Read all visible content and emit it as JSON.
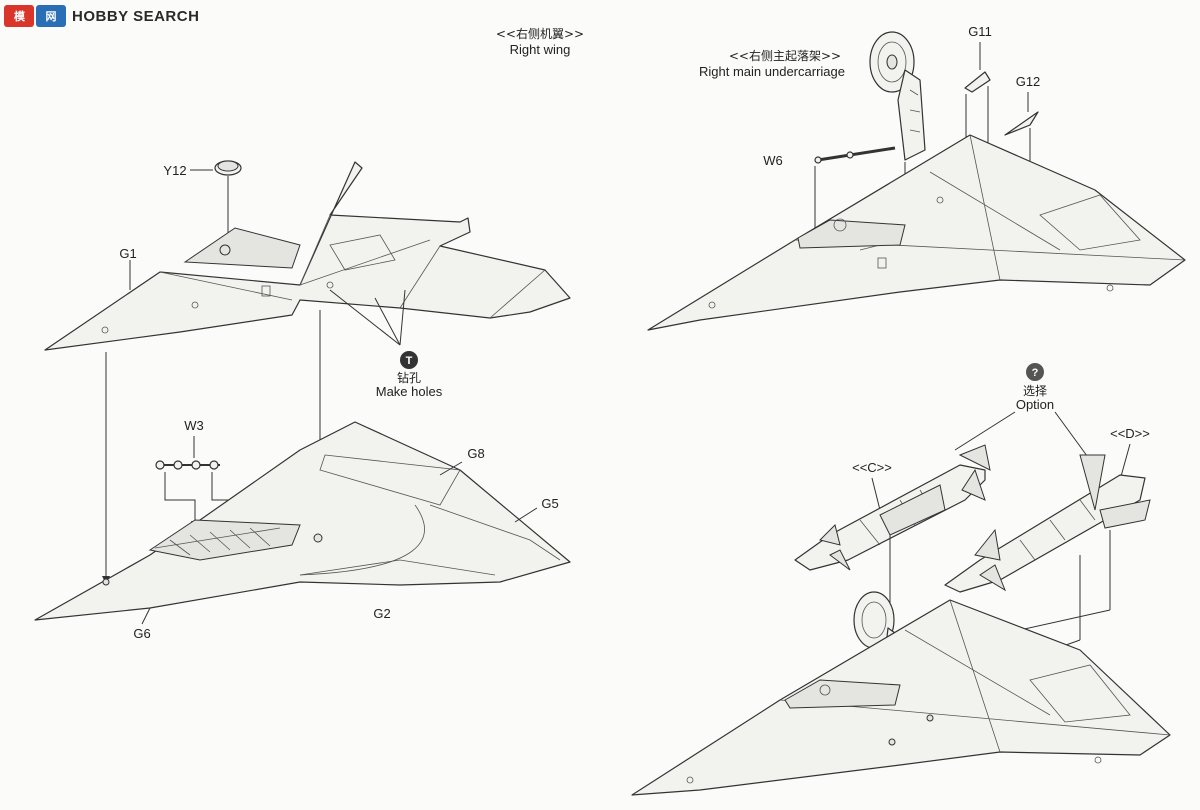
{
  "watermark": {
    "mark_text": "HOBBY SEARCH",
    "mark_colors": [
      "#d9352b",
      "#2a6fb5"
    ]
  },
  "sections": {
    "right_wing": {
      "title_cn": "<<右侧机翼>>",
      "title_en": "Right wing"
    },
    "undercarriage": {
      "title_cn": "<<右侧主起落架>>",
      "title_en": "Right main undercarriage"
    }
  },
  "parts": {
    "y12": "Y12",
    "g1": "G1",
    "g2": "G2",
    "g5": "G5",
    "g6": "G6",
    "g8": "G8",
    "w3": "W3",
    "w6": "W6",
    "g11": "G11",
    "g12": "G12"
  },
  "callouts": {
    "make_holes": {
      "icon": "drill-icon",
      "symbol": "T",
      "label_cn": "钻孔",
      "label_en": "Make holes"
    },
    "option": {
      "icon": "question-icon",
      "symbol": "?",
      "label_cn": "选择",
      "label_en": "Option"
    }
  },
  "options": {
    "c": "<<C>>",
    "d": "<<D>>"
  }
}
